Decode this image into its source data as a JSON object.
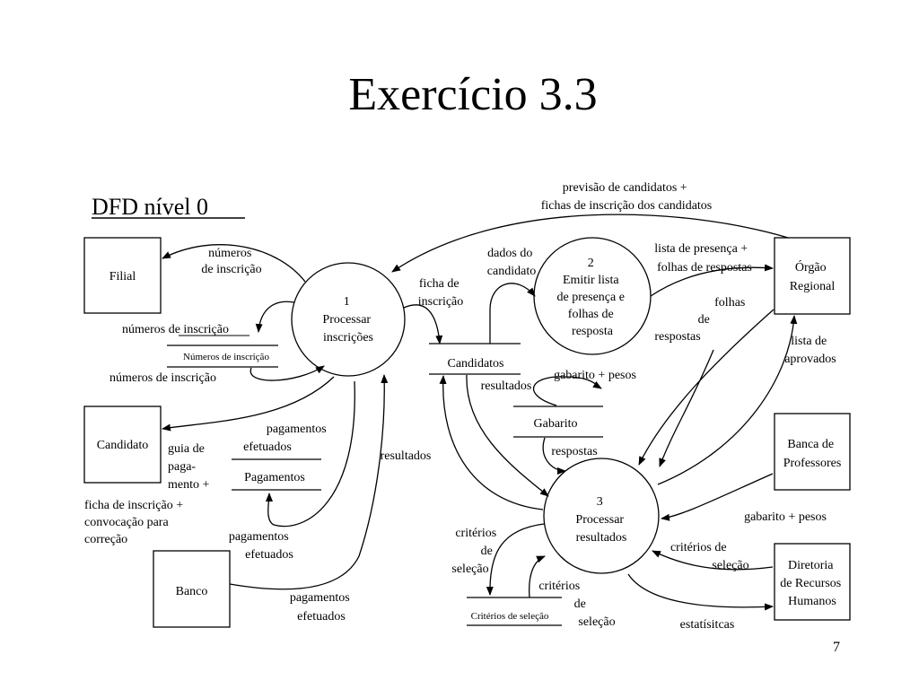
{
  "slide": {
    "title": "Exercício 3.3",
    "subtitle": "DFD nível 0",
    "page_number": "7"
  },
  "entities": {
    "filial": [
      "Filial"
    ],
    "candidato": [
      "Candidato"
    ],
    "banco": [
      "Banco"
    ],
    "orgao": [
      "Órgão",
      "Regional"
    ],
    "banca": [
      "Banca de",
      "Professores"
    ],
    "diretoria": [
      "Diretoria",
      "de Recursos",
      "Humanos"
    ]
  },
  "processes": {
    "p1": [
      "1",
      "Processar",
      "inscrições"
    ],
    "p2": [
      "2",
      "Emitir lista",
      "de presença e",
      "folhas de",
      "resposta"
    ],
    "p3": [
      "3",
      "Processar",
      "resultados"
    ]
  },
  "stores": {
    "numeros": "Números de inscrição",
    "pagamentos": "Pagamentos",
    "candidatos": "Candidatos",
    "gabarito": "Gabarito",
    "criterios": "Critérios de seleção"
  },
  "flows": {
    "previsao": [
      "previsão de candidatos +",
      "fichas de inscrição dos candidatos"
    ],
    "numeros_filial": [
      "números",
      "de inscrição"
    ],
    "numeros_store_in": [
      "números de inscrição"
    ],
    "numeros_store_out": [
      "números de inscrição"
    ],
    "dados_candidato": [
      "dados do",
      "candidato"
    ],
    "ficha_inscricao": [
      "ficha de",
      "inscrição"
    ],
    "lista_presenca": [
      "lista de presença +",
      "folhas de respostas"
    ],
    "folhas_respostas": [
      "folhas",
      "de",
      "respostas"
    ],
    "lista_aprovados": [
      "lista de",
      "aprovados"
    ],
    "gabarito_pesos_top": [
      "gabarito + pesos"
    ],
    "resultados_cand": [
      "resultados"
    ],
    "pagamentos_store": [
      "pagamentos",
      "efetuados"
    ],
    "guia": [
      "guia de",
      "paga-",
      "mento +"
    ],
    "ficha_convocacao": [
      "ficha de inscrição +",
      "convocação para",
      "correção"
    ],
    "resultados_p1": [
      "resultados"
    ],
    "respostas": [
      "respostas"
    ],
    "gabarito_pesos_banca": [
      "gabarito + pesos"
    ],
    "pagamentos_banco_store": [
      "pagamentos",
      "efetuados"
    ],
    "pagamentos_banco_p1": [
      "pagamentos",
      "efetuados"
    ],
    "criterios_left": [
      "critérios",
      "de",
      "seleção"
    ],
    "criterios_right": [
      "critérios",
      "de",
      "seleção"
    ],
    "criterios_drh": [
      "critérios de",
      "seleção"
    ],
    "estatisticas": [
      "estatísitcas"
    ]
  }
}
